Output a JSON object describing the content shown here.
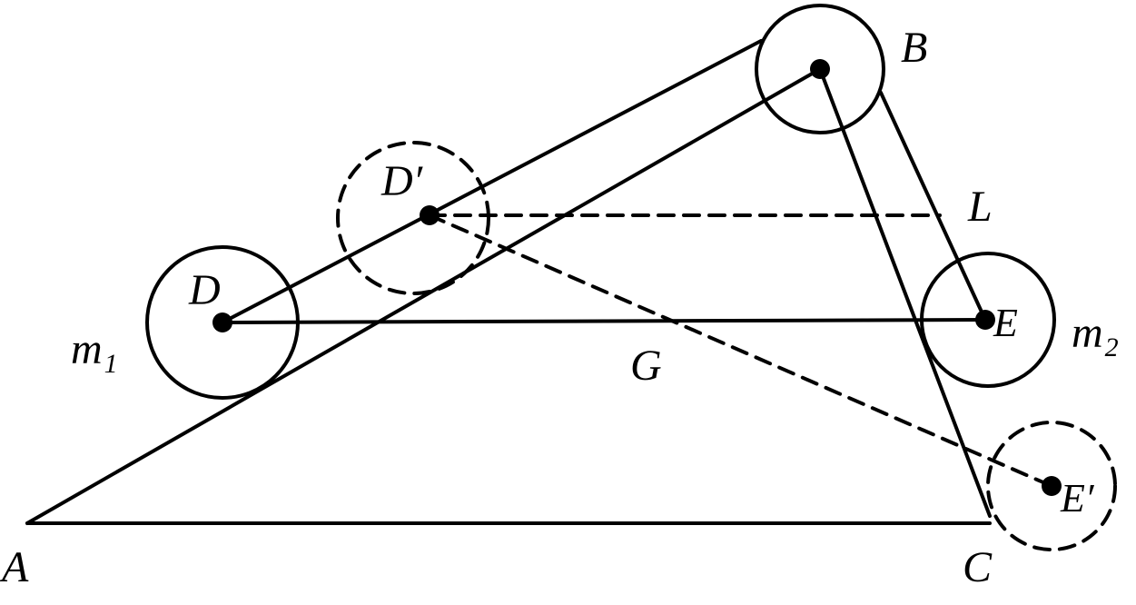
{
  "colors": {
    "ink": "#000000",
    "background": "#ffffff"
  },
  "labels": {
    "A": "A",
    "B": "B",
    "C": "C",
    "D": "D",
    "D_prime": "D′",
    "E": "E",
    "E_prime": "E′",
    "G": "G",
    "L": "L",
    "m1_base": "m",
    "m1_sub": "1",
    "m2_base": "m",
    "m2_sub": "2"
  }
}
